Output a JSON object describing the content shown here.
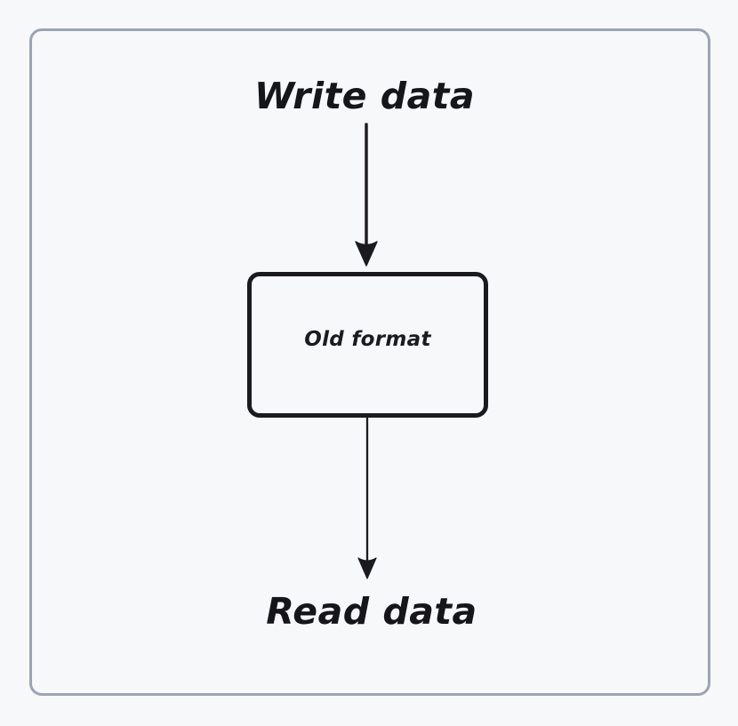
{
  "diagram": {
    "title": "",
    "frame": {
      "border_color": "#9ca4b2",
      "background": "#f7f8fa"
    },
    "nodes": [
      {
        "id": "old-format",
        "label": "Old format",
        "shape": "rounded-rectangle",
        "border_color": "#1b1b1f",
        "fill": "#f7f8fa"
      }
    ],
    "labels": [
      {
        "id": "write-data",
        "text": "Write data",
        "position": "top"
      },
      {
        "id": "read-data",
        "text": "Read data",
        "position": "bottom"
      }
    ],
    "edges": [
      {
        "id": "write-to-node",
        "from": "write-data",
        "to": "old-format",
        "direction": "down",
        "arrowhead": "filled-triangle",
        "color": "#1b1b1f"
      },
      {
        "id": "node-to-read",
        "from": "old-format",
        "to": "read-data",
        "direction": "down",
        "arrowhead": "filled-triangle",
        "color": "#1b1b1f"
      }
    ],
    "colors": {
      "background": "#f7f8fa",
      "frame_border": "#9ca4b2",
      "node_border": "#1b1b1f",
      "text": "#16161a",
      "arrow": "#1b1b1f"
    }
  }
}
